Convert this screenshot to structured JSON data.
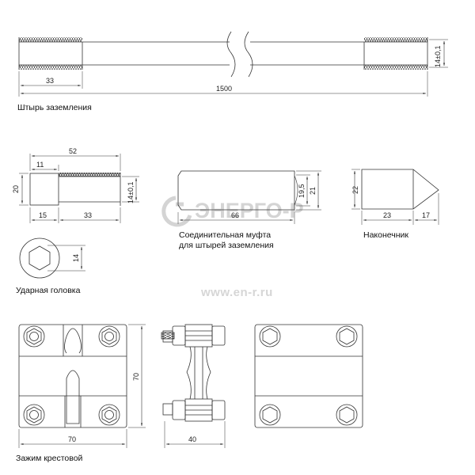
{
  "watermark": {
    "brand": "ЭНЕРГО-Р",
    "url": "www.en-r.ru"
  },
  "rod": {
    "caption": "Штырь заземления",
    "dims": {
      "thread_len": "33",
      "total_len": "1500",
      "diameter": "14±0,1"
    }
  },
  "stud": {
    "dims": {
      "total": "52",
      "head_w": "11",
      "height": "20",
      "base": "15",
      "thread": "33",
      "diameter": "14±0,1"
    }
  },
  "head_view": {
    "caption": "Ударная головка",
    "dims": {
      "hex": "14"
    }
  },
  "coupling": {
    "caption_line1": "Соединительная муфта",
    "caption_line2": "для штырей заземления",
    "dims": {
      "length": "66",
      "inner": "19,5",
      "outer": "21"
    }
  },
  "tip": {
    "caption": "Наконечник",
    "dims": {
      "height": "22",
      "body": "23",
      "cone": "17"
    }
  },
  "clamp": {
    "caption": "Зажим крестовой",
    "dims": {
      "width": "70",
      "height": "70",
      "side": "40"
    }
  }
}
